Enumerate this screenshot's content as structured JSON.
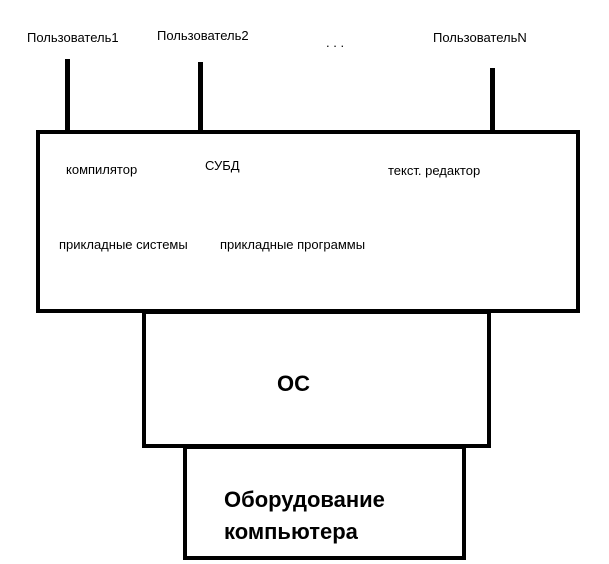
{
  "users": {
    "user1": "Пользователь1",
    "user2": "Пользователь2",
    "ellipsis": ". . .",
    "userN": "ПользовательN"
  },
  "apps": {
    "compiler": "компилятор",
    "dbms": "СУБД",
    "text_editor": "текст. редактор",
    "applied_systems": "прикладные системы",
    "applied_programs": "прикладные программы"
  },
  "os": {
    "label": "ОС"
  },
  "hardware": {
    "line1": "Оборудование",
    "line2": "компьютера"
  }
}
